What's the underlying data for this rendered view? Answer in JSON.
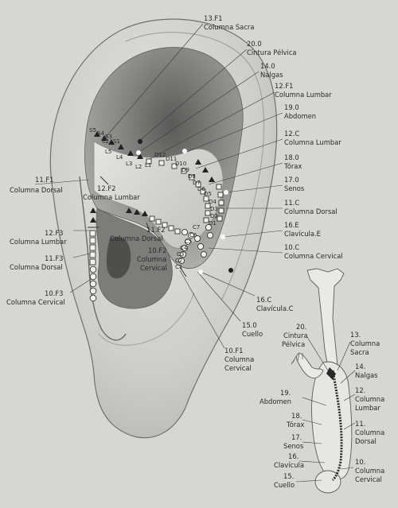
{
  "labels": {
    "f1_13": [
      "13.F1",
      "Columna Sacra"
    ],
    "n20": [
      "20.0",
      "Cintura Pélvica"
    ],
    "n14": [
      "14.0",
      "Nalgas"
    ],
    "f1_12": [
      "12.F1",
      "Columna Lumbar"
    ],
    "n19": [
      "19.0",
      "Abdomen"
    ],
    "c12": [
      "12.C",
      "Columna Lumbar"
    ],
    "n18": [
      "18.0",
      "Tórax"
    ],
    "n17": [
      "17.0",
      "Senos"
    ],
    "c11": [
      "11.C",
      "Columna Dorsal"
    ],
    "e16": [
      "16.E",
      "Clavícula.E"
    ],
    "c10": [
      "10.C",
      "Columna Cervical"
    ],
    "c16": [
      "16.C",
      "Clavícula.C"
    ],
    "n15": [
      "15.0",
      "Cuello"
    ],
    "f1_10": [
      "10.F1",
      "Columna",
      "Cervical"
    ],
    "f1_11": [
      "11.F1",
      "Columna Dorsal"
    ],
    "f2_12": [
      "12.F2",
      "Columna Lumbar"
    ],
    "f2_11": [
      "11.F2",
      "Columna Dorsal"
    ],
    "f2_10": [
      "10.F2",
      "Columna",
      "Cervical"
    ],
    "f3_12": [
      "12.F3",
      "Columna Lumbar"
    ],
    "f3_11": [
      "11.F3",
      "Columna Dorsal"
    ],
    "f3_10": [
      "10.F3",
      "Columna Cervical"
    ]
  },
  "vertebrae": {
    "sacral": [
      "S5",
      "S4",
      "S3",
      "S2",
      "S1"
    ],
    "lumbar": [
      "L5",
      "L4",
      "L3",
      "L2",
      "L1"
    ],
    "dorsal": [
      "D12",
      "D11",
      "D10",
      "D9",
      "D8",
      "D7",
      "D6",
      "D5",
      "D4",
      "D3",
      "D2",
      "D1"
    ],
    "cervical": [
      "C7",
      "C6",
      "C5",
      "C4",
      "C3",
      "C2",
      "C1"
    ]
  },
  "figure_labels": {
    "n20": [
      "20.",
      "Cintura",
      "Pélvica"
    ],
    "n13": [
      "13.",
      "Columna",
      "Sacra"
    ],
    "n14": [
      "14.",
      "Nalgas"
    ],
    "n12": [
      "12.",
      "Columna",
      "Lumbar"
    ],
    "n19": [
      "19.",
      "Abdomen"
    ],
    "n18": [
      "18.",
      "Tórax"
    ],
    "n11": [
      "11.",
      "Columna",
      "Dorsal"
    ],
    "n17": [
      "17.",
      "Senos"
    ],
    "n16": [
      "16.",
      "Clavícula"
    ],
    "n15": [
      "15.",
      "Cuello"
    ],
    "n10": [
      "10.",
      "Columna",
      "Cervical"
    ]
  },
  "colors": {
    "background": "#d6d6d2",
    "ear_outer": "#cfcfcc",
    "ear_inner": "#8e8e8c",
    "marker": "#222222"
  }
}
